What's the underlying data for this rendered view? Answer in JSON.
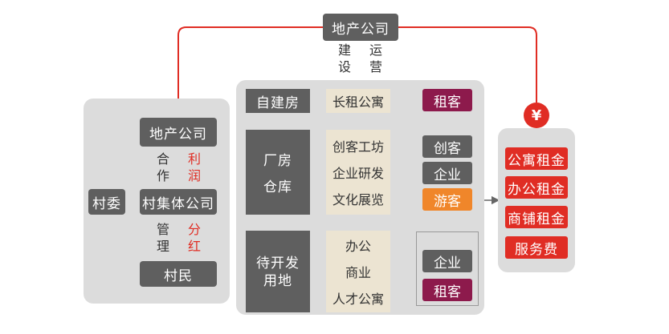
{
  "top": {
    "company": "地产公司",
    "build": [
      "建",
      "设"
    ],
    "operate": [
      "运",
      "营"
    ]
  },
  "left": {
    "company": "地产公司",
    "cooperate": [
      "合",
      "作"
    ],
    "profit": [
      "利",
      "润"
    ],
    "village_committee": "村委",
    "collective_company": "村集体公司",
    "manage": [
      "管",
      "理"
    ],
    "dividend": [
      "分",
      "红"
    ],
    "villagers": "村民"
  },
  "middle": {
    "row1": {
      "type": "自建房",
      "use": "长租公寓",
      "tenant": "租客"
    },
    "row2": {
      "types": [
        "厂房",
        "仓库"
      ],
      "uses": [
        "创客工坊",
        "企业研发",
        "文化展览"
      ],
      "tenants": [
        "创客",
        "企业",
        "游客"
      ]
    },
    "row3": {
      "type": [
        "待开发",
        "用地"
      ],
      "uses": [
        "办公",
        "商业",
        "人才公寓"
      ],
      "tenants": [
        "企业",
        "租客"
      ]
    }
  },
  "right": {
    "symbol": "¥",
    "incomes": [
      "公寓租金",
      "办公租金",
      "商铺租金",
      "服务费"
    ]
  },
  "colors": {
    "red": "#e02d24",
    "dark_gray": "#5f5f5f",
    "panel_gray": "#dcdcdc",
    "beige": "#ece4d2",
    "maroon": "#8d1a4c",
    "orange": "#f0862a"
  }
}
